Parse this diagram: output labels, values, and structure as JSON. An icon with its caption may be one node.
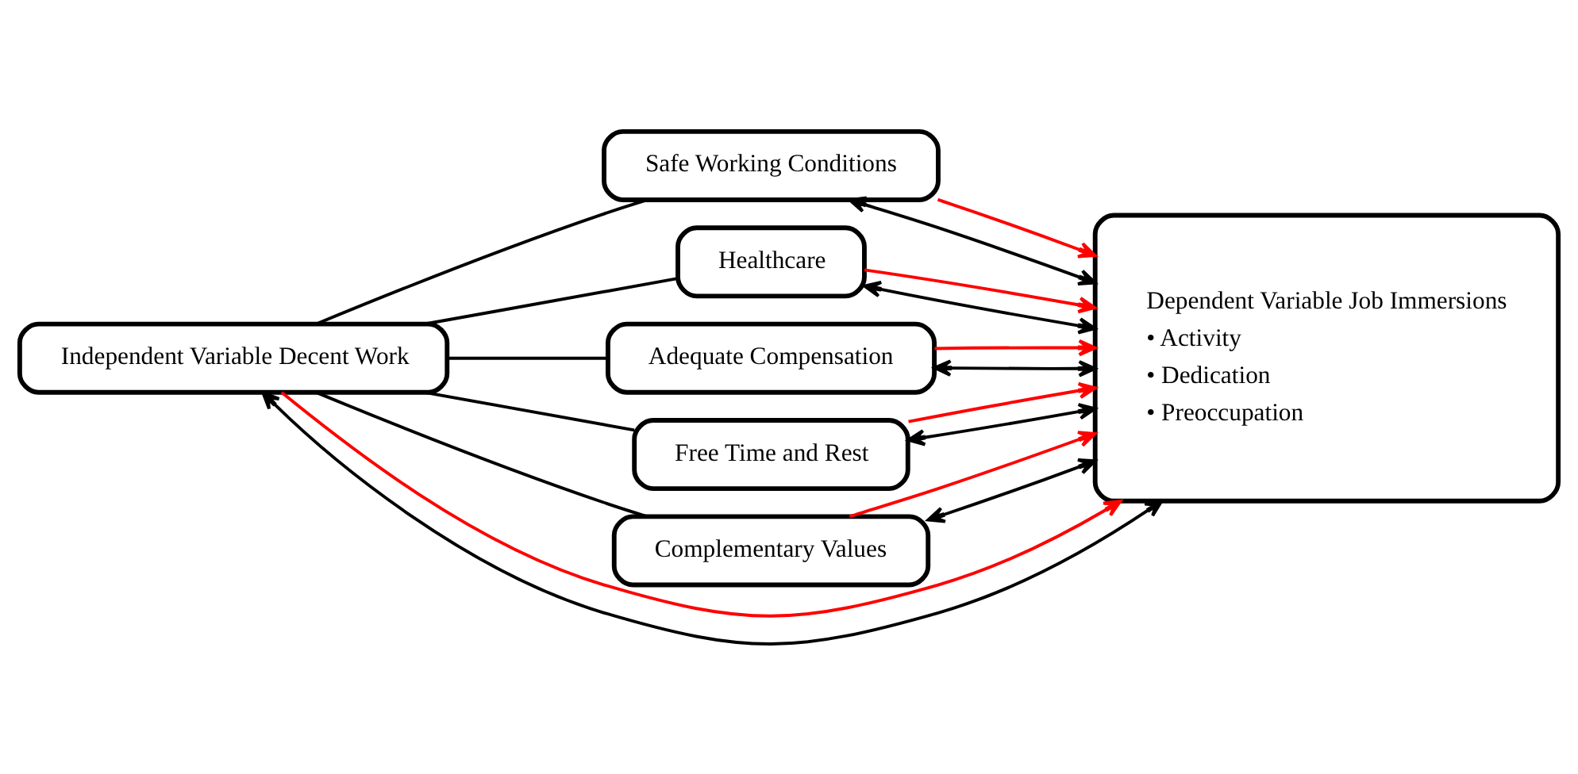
{
  "diagram": {
    "nodes": [
      {
        "text": [
          "Independent Variable Decent Work"
        ]
      },
      {
        "text": [
          "Safe Working Conditions"
        ]
      },
      {
        "text": [
          "Healthcare"
        ]
      },
      {
        "text": [
          "Adequate Compensation"
        ]
      },
      {
        "text": [
          "Free Time and Rest"
        ]
      },
      {
        "text": [
          "Complementary Values"
        ]
      },
      {
        "text": [
          "Dependent Variable Job Immersions",
          "• Activity",
          "• Dedication",
          "• Preoccupation"
        ]
      }
    ],
    "edges": [
      {
        "from": 0,
        "to": 6,
        "arrow": "both"
      },
      {
        "from": 0,
        "to": 1,
        "arrow": "none"
      },
      {
        "from": 1,
        "to": 6,
        "arrow": "both"
      },
      {
        "from": 1,
        "to": 6,
        "arrow": "to",
        "color": "#ff0000"
      },
      {
        "from": 0,
        "to": 2,
        "arrow": "none"
      },
      {
        "from": 2,
        "to": 6,
        "arrow": "both"
      },
      {
        "from": 2,
        "to": 6,
        "arrow": "to",
        "color": "#ff0000"
      },
      {
        "from": 0,
        "to": 3,
        "arrow": "none"
      },
      {
        "from": 3,
        "to": 6,
        "arrow": "both"
      },
      {
        "from": 3,
        "to": 6,
        "arrow": "to",
        "color": "#ff0000"
      },
      {
        "from": 0,
        "to": 4,
        "arrow": "none"
      },
      {
        "from": 4,
        "to": 6,
        "arrow": "both"
      },
      {
        "from": 4,
        "to": 6,
        "arrow": "to",
        "color": "#ff0000"
      },
      {
        "from": 0,
        "to": 5,
        "arrow": "none"
      },
      {
        "from": 5,
        "to": 6,
        "arrow": "both"
      },
      {
        "from": 5,
        "to": 6,
        "arrow": "to",
        "color": "#ff0000"
      },
      {
        "from": 0,
        "to": 6,
        "arrow": "to",
        "color": "#ff0000"
      }
    ]
  }
}
